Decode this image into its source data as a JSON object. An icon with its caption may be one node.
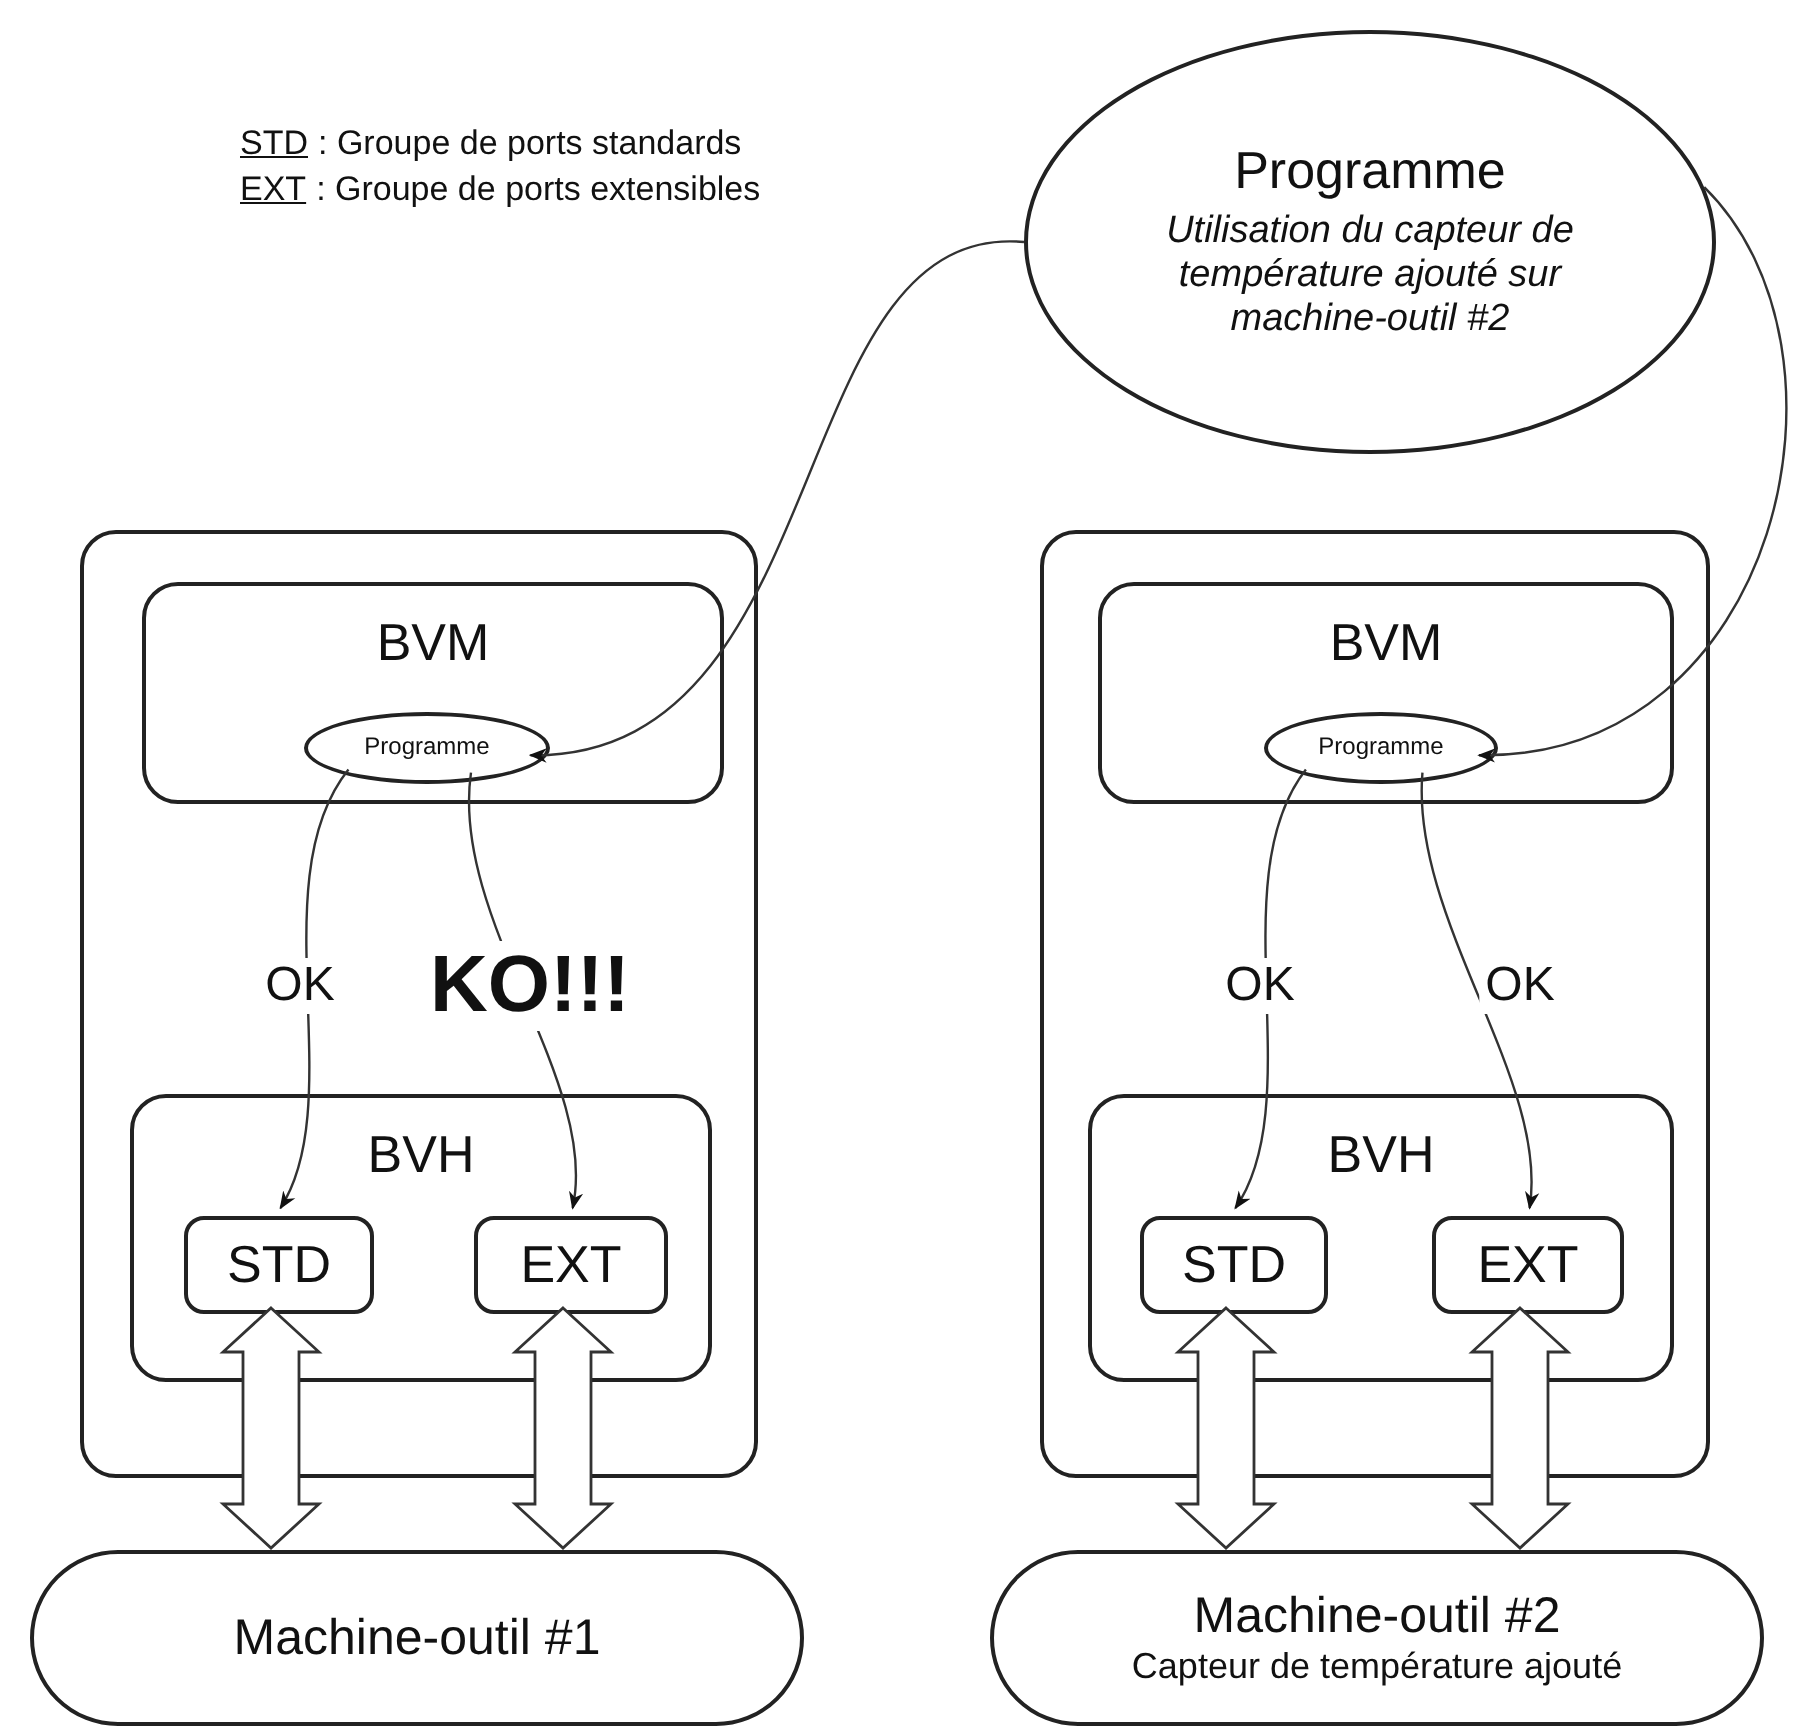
{
  "diagram": {
    "nodes": [
      {
        "text": [
          "Programme",
          "Utilisation du capteur de température ajouté sur machine-outil #2"
        ]
      },
      {
        "text": [],
        "shape": "box"
      },
      {
        "text": [
          "BVM"
        ],
        "in": 1
      },
      {
        "text": [
          "Programme"
        ],
        "in": 2
      },
      {
        "text": [
          "BVH"
        ],
        "in": 1
      },
      {
        "text": [
          "STD"
        ],
        "in": 4
      },
      {
        "text": [
          "EXT"
        ],
        "in": 4
      },
      {
        "text": [
          "Machine-outil #1"
        ]
      },
      {
        "text": [],
        "shape": "box"
      },
      {
        "text": [
          "BVM"
        ],
        "in": 8
      },
      {
        "text": [
          "Programme"
        ],
        "in": 9
      },
      {
        "text": [
          "BVH"
        ],
        "in": 8
      },
      {
        "text": [
          "STD"
        ],
        "in": 11
      },
      {
        "text": [
          "EXT"
        ],
        "in": 11
      },
      {
        "text": [
          "Machine-outil #2",
          "Capteur de température ajouté"
        ]
      }
    ],
    "edges": [
      {
        "from": 0,
        "to": 3,
        "arrow": "to"
      },
      {
        "from": 0,
        "to": 10,
        "arrow": "to"
      },
      {
        "from": 3,
        "to": 5,
        "arrow": "to",
        "label": "OK"
      },
      {
        "from": 3,
        "to": 6,
        "arrow": "to",
        "label": "KO!!!"
      },
      {
        "from": 10,
        "to": 12,
        "arrow": "to",
        "label": "OK"
      },
      {
        "from": 10,
        "to": 13,
        "arrow": "to",
        "label": "OK"
      },
      {
        "from": 5,
        "to": 7,
        "arrow": "both",
        "style": "thick"
      },
      {
        "from": 6,
        "to": 7,
        "arrow": "both",
        "style": "thick"
      },
      {
        "from": 12,
        "to": 14,
        "arrow": "both",
        "style": "thick"
      },
      {
        "from": 13,
        "to": 14,
        "arrow": "both",
        "style": "thick"
      }
    ],
    "labels": [
      "STD",
      ": Groupe de ports standards",
      "EXT",
      ": Groupe de ports extensibles"
    ]
  }
}
